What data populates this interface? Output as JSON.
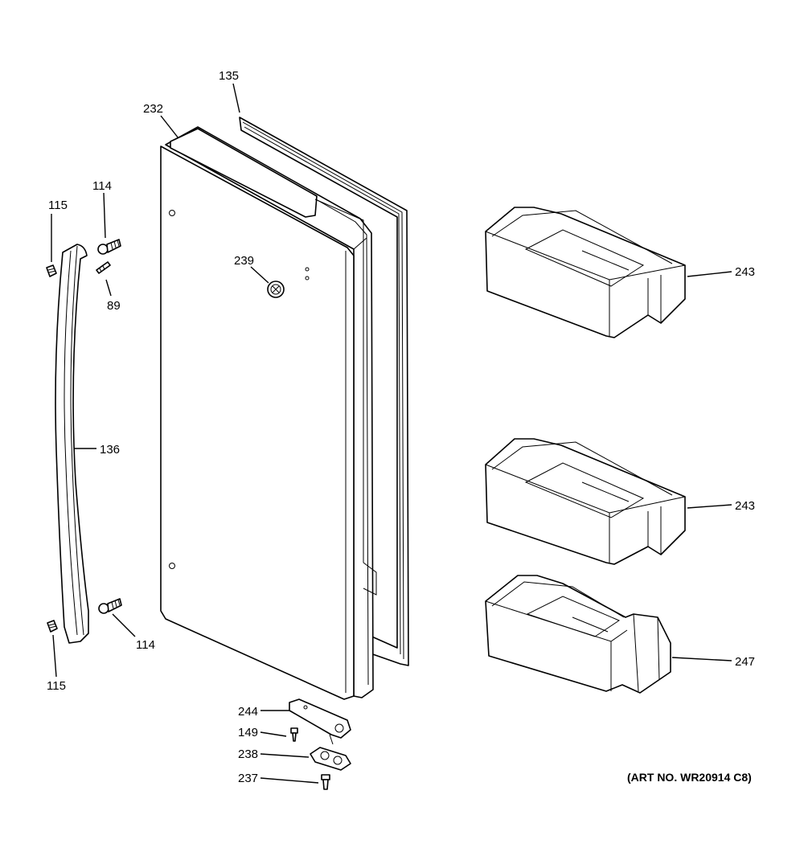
{
  "callouts": {
    "c135": "135",
    "c232": "232",
    "c114_top": "114",
    "c115_top": "115",
    "c89": "89",
    "c239": "239",
    "c136": "136",
    "c114_bottom": "114",
    "c115_bottom": "115",
    "c243_top": "243",
    "c243_middle": "243",
    "c247": "247",
    "c244": "244",
    "c149": "149",
    "c238": "238",
    "c237": "237"
  },
  "art_number": "(ART NO. WR20914 C8)"
}
